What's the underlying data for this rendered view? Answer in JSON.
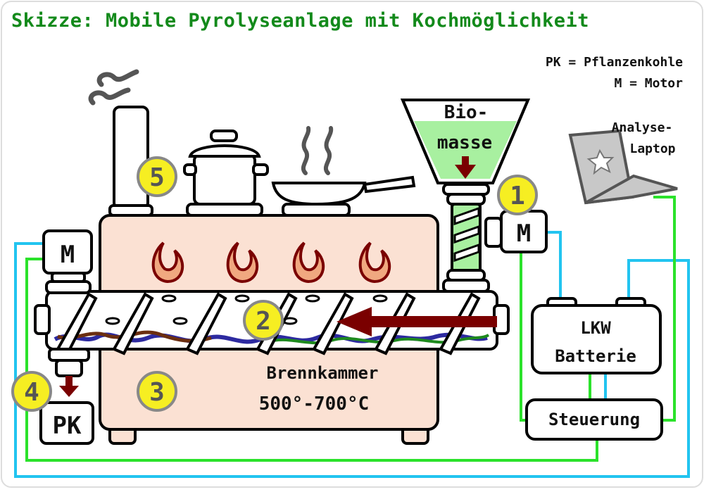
{
  "title": "Skizze: Mobile Pyrolyseanlage mit Kochmöglichkeit",
  "legend": {
    "pk": "PK = Pflanzenkohle",
    "m": "M = Motor"
  },
  "laptop": {
    "line1": "Analyse-",
    "line2": "Laptop"
  },
  "hopper": {
    "line1": "Bio-",
    "line2": "masse"
  },
  "motor_label": "M",
  "battery": {
    "line1": "LKW",
    "line2": "Batterie"
  },
  "control": "Steuerung",
  "chamber": {
    "line1": "Brennkammer",
    "line2": "500°-700°C"
  },
  "output": "PK",
  "markers": [
    "1",
    "2",
    "3",
    "4",
    "5"
  ],
  "colors": {
    "title": "#138a1b",
    "chamber_fill": "#fbe1d3",
    "hopper_fill": "#a8f0a0",
    "flame": "#f0a880",
    "arrow": "#7a0000",
    "marker_fill": "#f6ee22",
    "wire_green": "#2be22b",
    "wire_blue": "#22c4f0"
  }
}
